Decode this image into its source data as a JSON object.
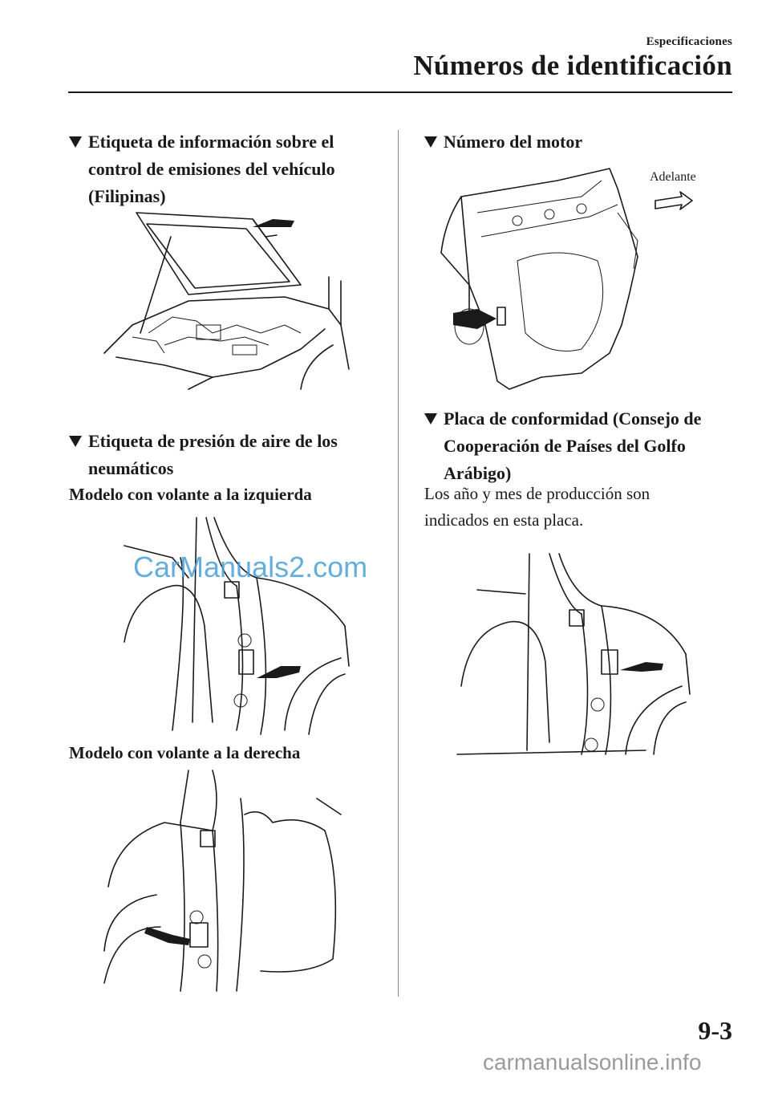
{
  "header": {
    "chapter": "Especificaciones",
    "title": "Números de identificación"
  },
  "left": {
    "sec1_title_line1": "Etiqueta de información sobre el",
    "sec1_title_line2": "control de emisiones del vehículo",
    "sec1_title_line3": "(Filipinas)",
    "sec2_title_line1": "Etiqueta de presión de aire de los",
    "sec2_title_line2": "neumáticos",
    "model_left": "Modelo con volante a la izquierda",
    "model_right": "Modelo con volante a la derecha"
  },
  "right": {
    "sec3_title": "Número del motor",
    "adelante": "Adelante",
    "sec4_title_line1": "Placa de conformidad (Consejo de",
    "sec4_title_line2": "Cooperación de Países del Golfo",
    "sec4_title_line3": "Arábigo)",
    "sec4_body_line1": "Los año y mes de producción son",
    "sec4_body_line2": "indicados en esta placa."
  },
  "footer": {
    "page_number": "9-3",
    "watermark_top": "CarManuals2.com",
    "watermark_bottom": "carmanualsonline.info"
  }
}
